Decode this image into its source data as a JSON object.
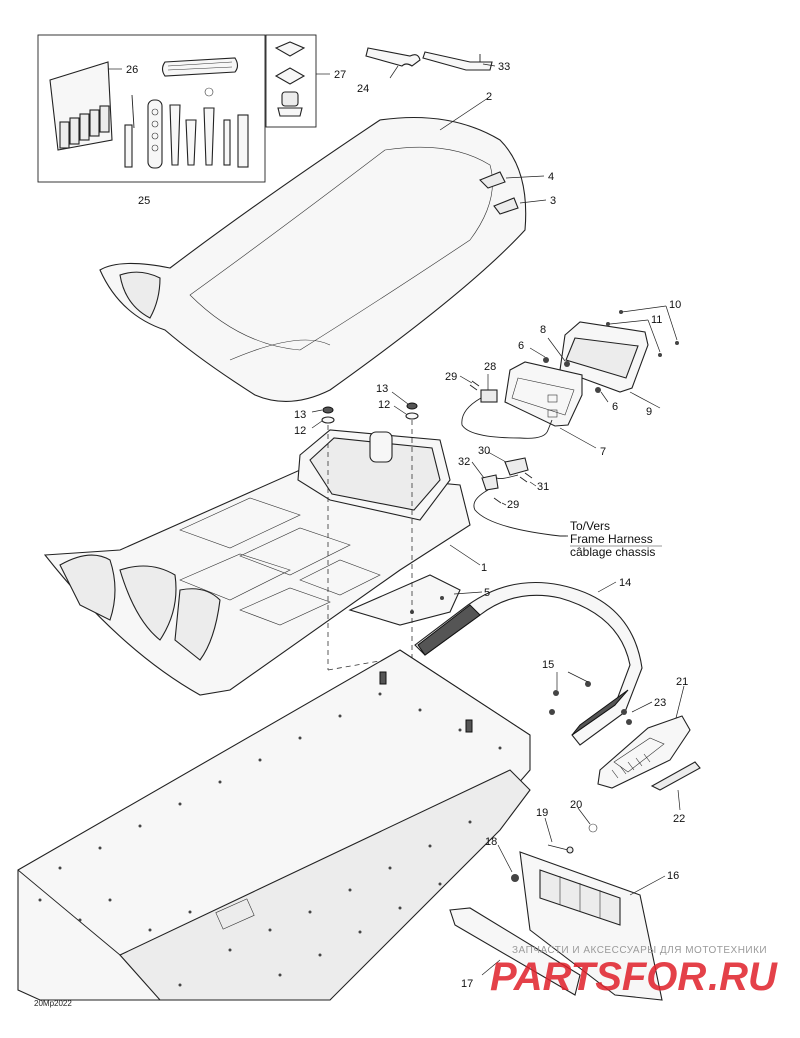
{
  "callouts": {
    "c1": "1",
    "c2": "2",
    "c3": "3",
    "c4": "4",
    "c5": "5",
    "c6a": "6",
    "c6b": "6",
    "c7": "7",
    "c8": "8",
    "c9": "9",
    "c10": "10",
    "c11": "11",
    "c12a": "12",
    "c12b": "12",
    "c13a": "13",
    "c13b": "13",
    "c14": "14",
    "c15": "15",
    "c16": "16",
    "c17": "17",
    "c18": "18",
    "c19": "19",
    "c20": "20",
    "c21": "21",
    "c22": "22",
    "c23": "23",
    "c24": "24",
    "c25": "25",
    "c26": "26",
    "c27": "27",
    "c28": "28",
    "c29a": "29",
    "c29b": "29",
    "c30": "30",
    "c31": "31",
    "c32": "32",
    "c33": "33"
  },
  "note": {
    "line1": "To/Vers",
    "line2": "Frame Harness",
    "line3": "câblage chassis"
  },
  "diagram_code": "20Mp2022",
  "watermark": {
    "tagline": "ЗАПЧАСТИ И АКСЕССУАРЫ ДЛЯ МОТОТЕХНИКИ",
    "logo": "PARTSFOR",
    "tld": ".RU"
  }
}
